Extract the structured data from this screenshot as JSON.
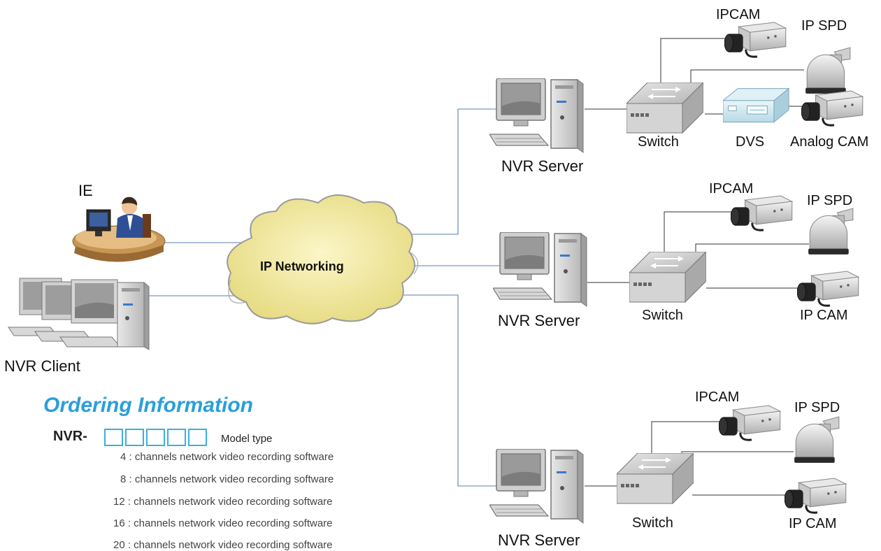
{
  "network": {
    "cloud_label": "IP Networking",
    "ie_label": "IE",
    "client_label": "NVR Client"
  },
  "servers": [
    {
      "label": "NVR Server",
      "switch_label": "Switch",
      "devices": [
        "IPCAM",
        "IP SPD",
        "DVS",
        "Analog CAM"
      ]
    },
    {
      "label": "NVR Server",
      "switch_label": "Switch",
      "devices": [
        "IPCAM",
        "IP SPD",
        "IP CAM"
      ]
    },
    {
      "label": "NVR Server",
      "switch_label": "Switch",
      "devices": [
        "IPCAM",
        "IP SPD",
        "IP CAM"
      ]
    }
  ],
  "ordering": {
    "title": "Ordering Information",
    "prefix": "NVR-",
    "model_label": "Model type",
    "options": [
      "4 : channels network video recording software",
      "8 : channels network video recording software",
      "12 : channels network video recording software",
      "16 : channels network video recording software",
      "20 : channels network video recording software"
    ]
  },
  "colors": {
    "accent": "#2a9fd8",
    "box_border": "#3ab0e0",
    "connector": "#5a7fb0",
    "cloud_fill": "#f3eaa0"
  }
}
